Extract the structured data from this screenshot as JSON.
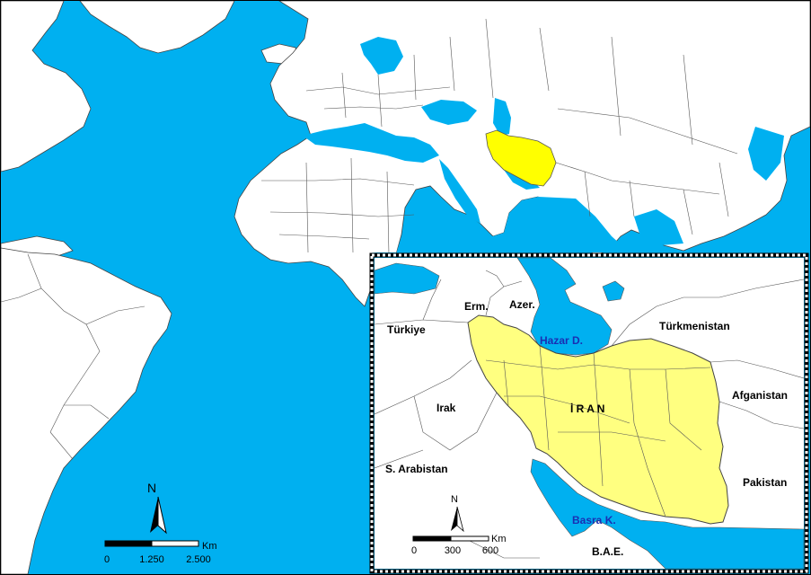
{
  "colors": {
    "water": "#00b0f0",
    "land": "#ffffff",
    "highlight": "#ffff00",
    "inset_highlight": "#ffff80",
    "water_label": "#1a2fb3"
  },
  "world_map": {
    "north_arrow": {
      "label": "N",
      "icon": "north-arrow-icon"
    },
    "scale_bar": {
      "ticks": [
        "0",
        "1.250",
        "2.500"
      ],
      "unit": "Km"
    }
  },
  "inset_map": {
    "country_labels": {
      "iran": "İ R A N",
      "turkiye": "Türkiye",
      "irak": "Irak",
      "s_arabistan": "S. Arabistan",
      "erm": "Erm.",
      "azer": "Azer.",
      "turkmenistan": "Türkmenistan",
      "afganistan": "Afganistan",
      "pakistan": "Pakistan",
      "bae": "B.A.E."
    },
    "water_labels": {
      "hazar": "Hazar D.",
      "basra": "Basra K."
    },
    "north_arrow": {
      "label": "N",
      "icon": "north-arrow-icon"
    },
    "scale_bar": {
      "ticks": [
        "0",
        "300",
        "600"
      ],
      "unit": "Km"
    }
  }
}
